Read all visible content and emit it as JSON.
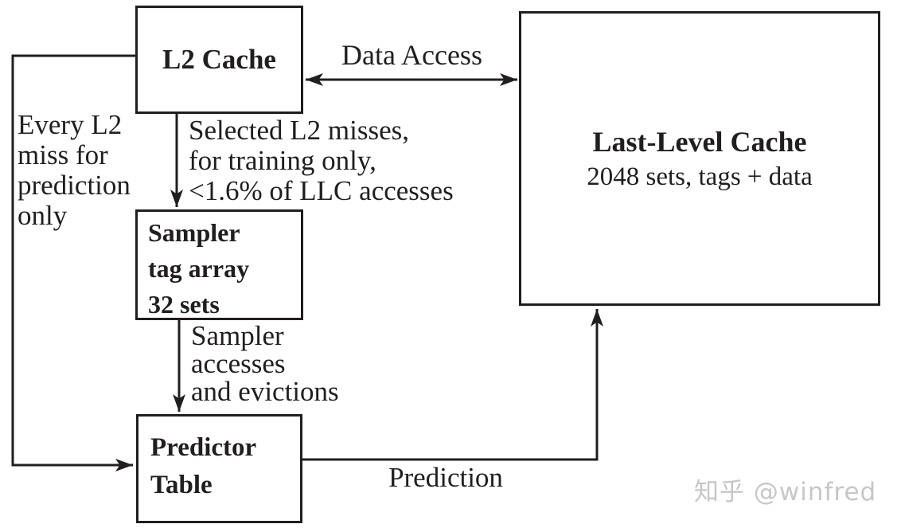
{
  "diagram": {
    "colors": {
      "ink": "#211e1f",
      "background": "#ffffff",
      "watermark": "#c7c7c7"
    },
    "boxes": {
      "l2_cache": {
        "title": "L2 Cache"
      },
      "sampler": {
        "title": "Sampler\ntag array\n32 sets"
      },
      "predictor": {
        "title": "Predictor\nTable"
      },
      "llc": {
        "title": "Last-Level Cache",
        "subtitle": "2048 sets, tags + data"
      }
    },
    "edge_labels": {
      "data_access": "Data Access",
      "every_l2_miss": "Every L2\nmiss for\nprediction\nonly",
      "selected_l2_misses": "Selected L2 misses,\nfor training only,\n<1.6% of LLC accesses",
      "sampler_accesses": "Sampler\naccesses\nand evictions",
      "prediction": "Prediction"
    },
    "watermark": "知乎 @winfred"
  }
}
